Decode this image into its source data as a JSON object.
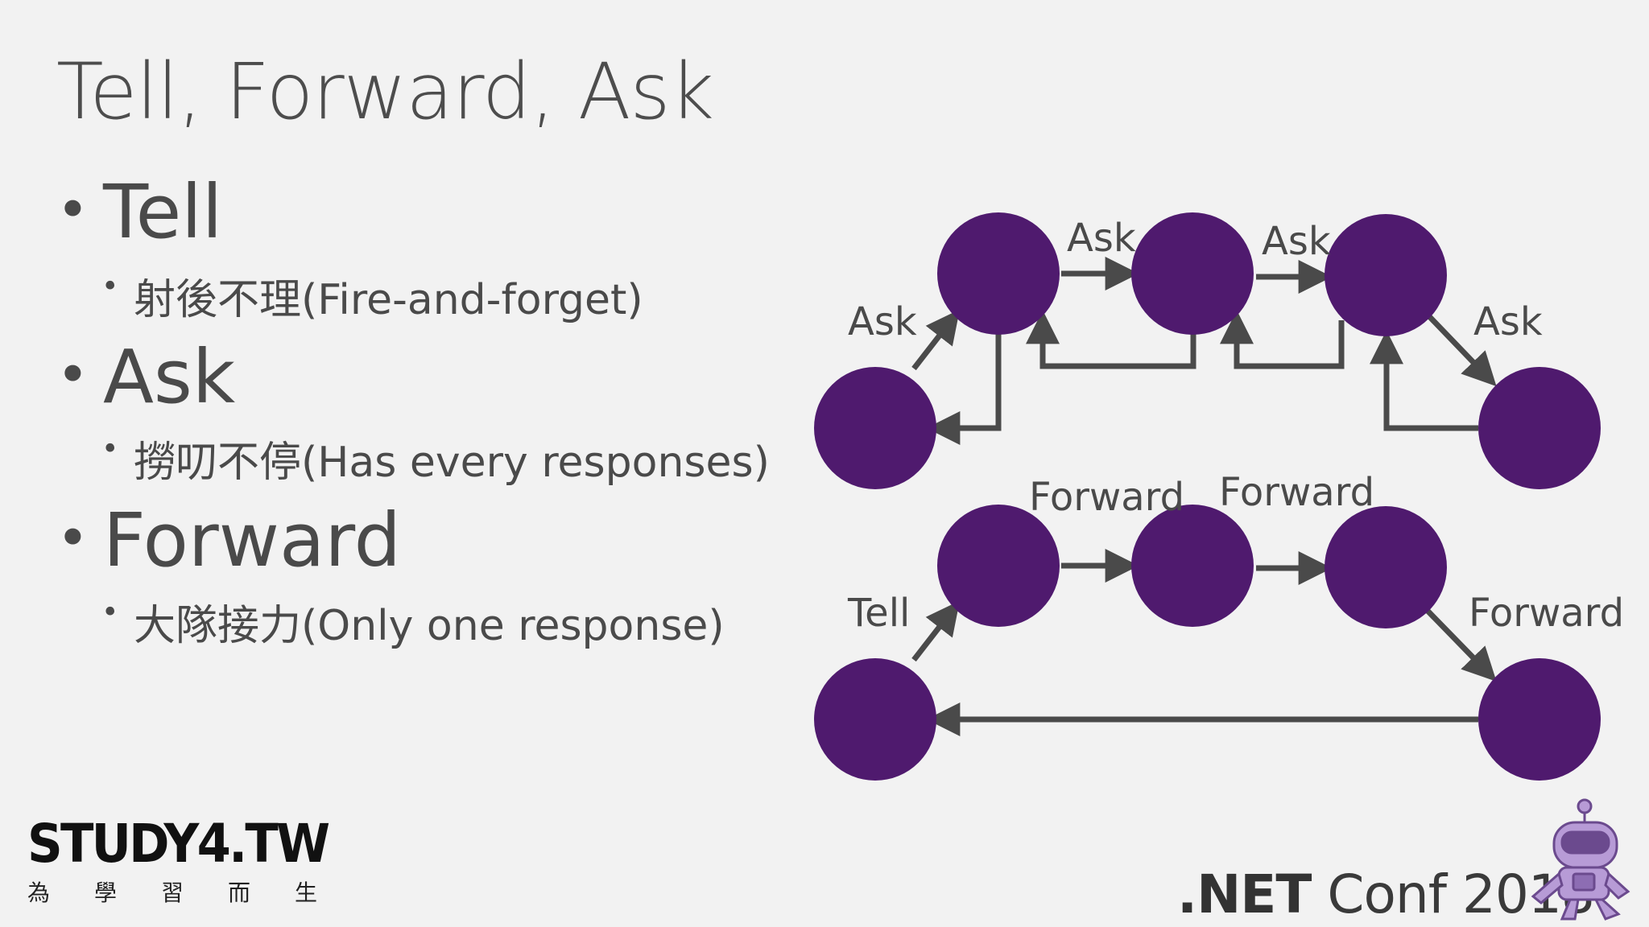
{
  "slide": {
    "title": "Tell, Forward, Ask",
    "bullets": [
      {
        "label": "Tell",
        "sub": "射後不理(Fire-and-forget)"
      },
      {
        "label": "Ask",
        "sub": "撈叨不停(Has every responses)"
      },
      {
        "label": "Forward",
        "sub": "大隊接力(Only one response)"
      }
    ]
  },
  "diagram": {
    "node_color": "#4f1a6e",
    "arrow_color": "#4a4a4a",
    "ask_flow": {
      "labels": [
        "Ask",
        "Ask",
        "Ask",
        "Ask"
      ]
    },
    "forward_flow": {
      "labels": [
        "Tell",
        "Forward",
        "Forward",
        "Forward"
      ]
    }
  },
  "footer": {
    "study4_logo": "STUDY4.TW",
    "study4_tagline": [
      "為",
      "學",
      "習",
      "而",
      "生"
    ],
    "event_prefix": ".NET",
    "event_suffix": " Conf 2018"
  }
}
